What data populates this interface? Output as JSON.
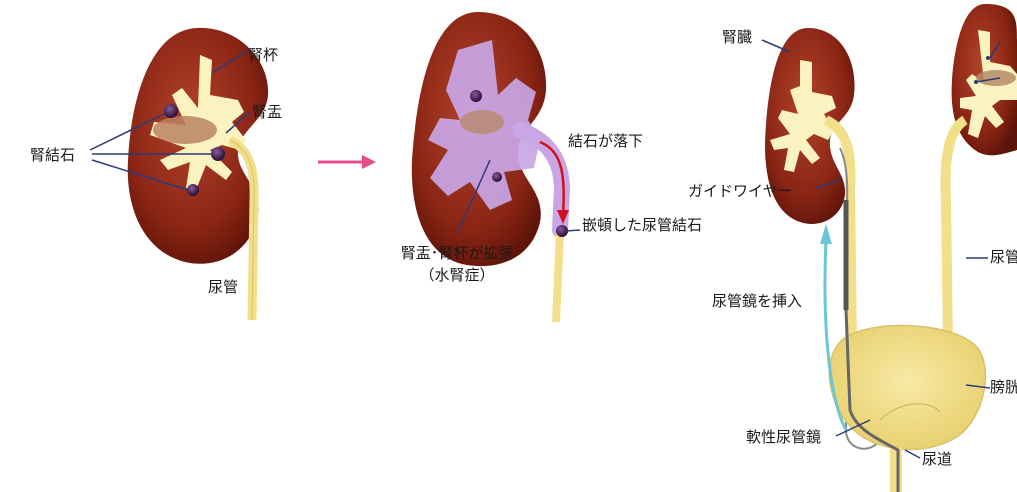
{
  "panel1": {
    "calyx": "腎杯",
    "pelvis": "腎盂",
    "stones": "腎結石",
    "ureter": "尿管"
  },
  "panel2": {
    "falling": "結石が落下",
    "impacted": "嵌頓した尿管結石",
    "dilation_line1": "腎盂･腎杯が拡張",
    "dilation_line2": "（水腎症）"
  },
  "panel3": {
    "kidney": "腎臓",
    "guidewire": "ガイドワイヤー",
    "insert": "尿管鏡を挿入",
    "flexible_scope": "軟性尿管鏡",
    "ureter_cut": "尿管",
    "bladder_cut": "膀胱",
    "urethra": "尿道"
  },
  "colors": {
    "kidney": "#7a1c10",
    "cortex": "#a33b24",
    "medulla": "#fbf3bf",
    "ureter": "#f1df8a",
    "stone": "#4a2050",
    "dilated": "#c9a6e6",
    "arrow_pink": "#e34d8a",
    "arrow_red": "#d1121c",
    "arrow_teal": "#6cc6d6",
    "bladder": "#f2e08c"
  }
}
